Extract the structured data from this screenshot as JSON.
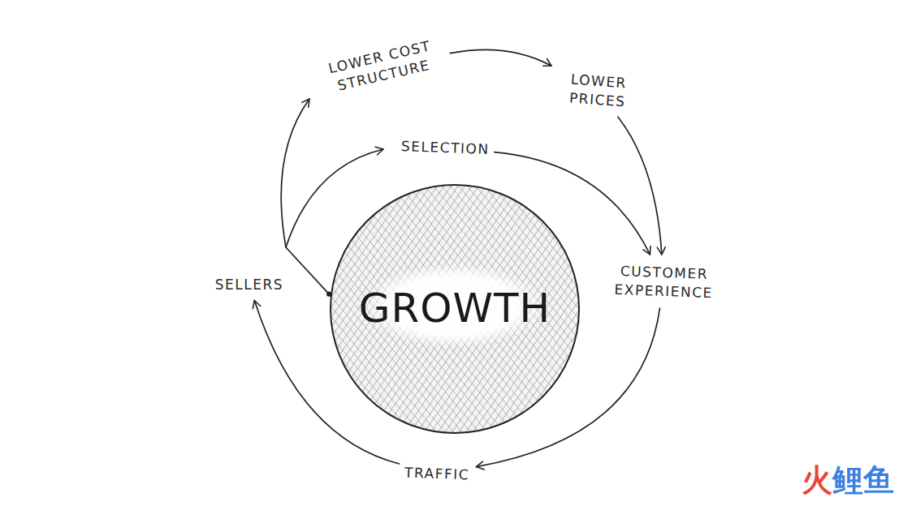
{
  "diagram": {
    "nodes": [
      {
        "text": [
          "LOWER COST STRUCTURE"
        ]
      },
      {
        "text": [
          "LOWER PRICES"
        ]
      },
      {
        "text": [
          "SELECTION"
        ]
      },
      {
        "text": [
          "SELLERS"
        ]
      },
      {
        "text": [
          "GROWTH"
        ]
      },
      {
        "text": [
          "CUSTOMER EXPERIENCE"
        ]
      },
      {
        "text": [
          "TRAFFIC"
        ]
      }
    ],
    "edges": [
      {
        "from": 3,
        "to": 2,
        "arrow": "to"
      },
      {
        "from": 3,
        "to": 0,
        "arrow": "to"
      },
      {
        "from": 0,
        "to": 1,
        "arrow": "to"
      },
      {
        "from": 1,
        "to": 5,
        "arrow": "to"
      },
      {
        "from": 2,
        "to": 5,
        "arrow": "to"
      },
      {
        "from": 5,
        "to": 6,
        "arrow": "to"
      },
      {
        "from": 6,
        "to": 3,
        "arrow": "to"
      },
      {
        "from": 3,
        "to": 4,
        "arrow": "none"
      }
    ],
    "labels": [
      "火鲤鱼"
    ]
  }
}
